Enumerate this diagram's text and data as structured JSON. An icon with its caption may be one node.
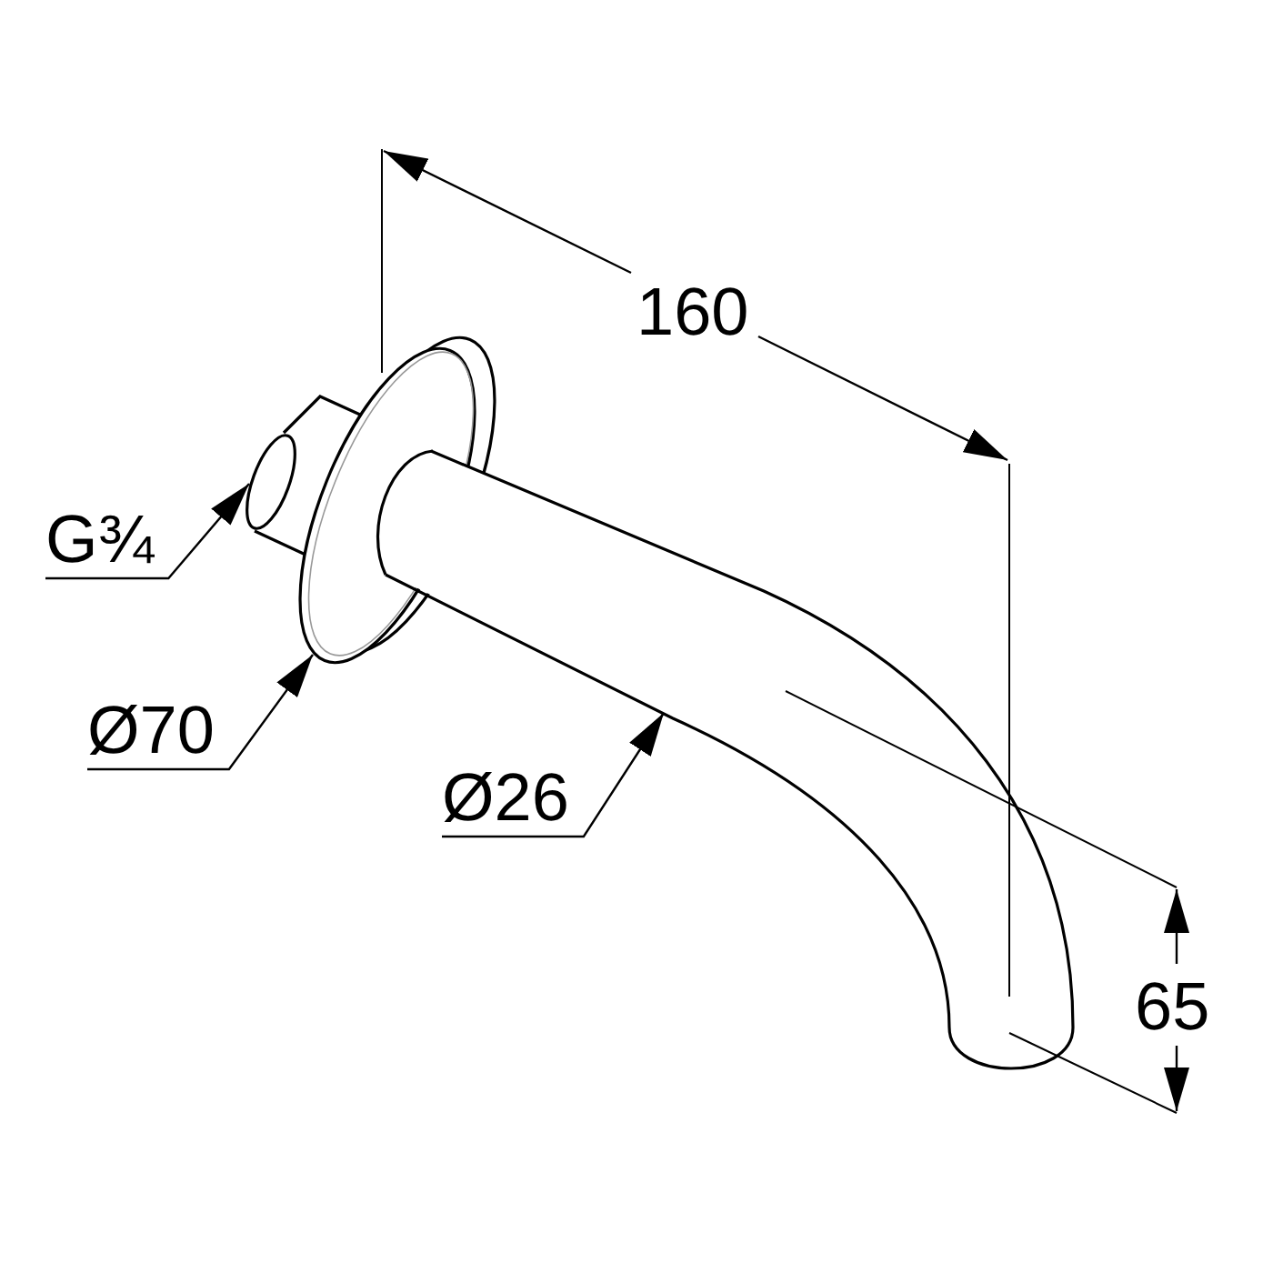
{
  "diagram": {
    "nodes": [
      {
        "text": [
          "G¾"
        ]
      },
      {
        "text": [
          "Ø70"
        ]
      },
      {
        "text": [
          "Ø26"
        ]
      }
    ],
    "edges": [
      {
        "from": 0,
        "to": null,
        "arrow": "to"
      },
      {
        "from": 1,
        "to": null,
        "arrow": "to"
      },
      {
        "from": 2,
        "to": null,
        "arrow": "to"
      }
    ],
    "labels": [
      "160",
      "65"
    ]
  }
}
